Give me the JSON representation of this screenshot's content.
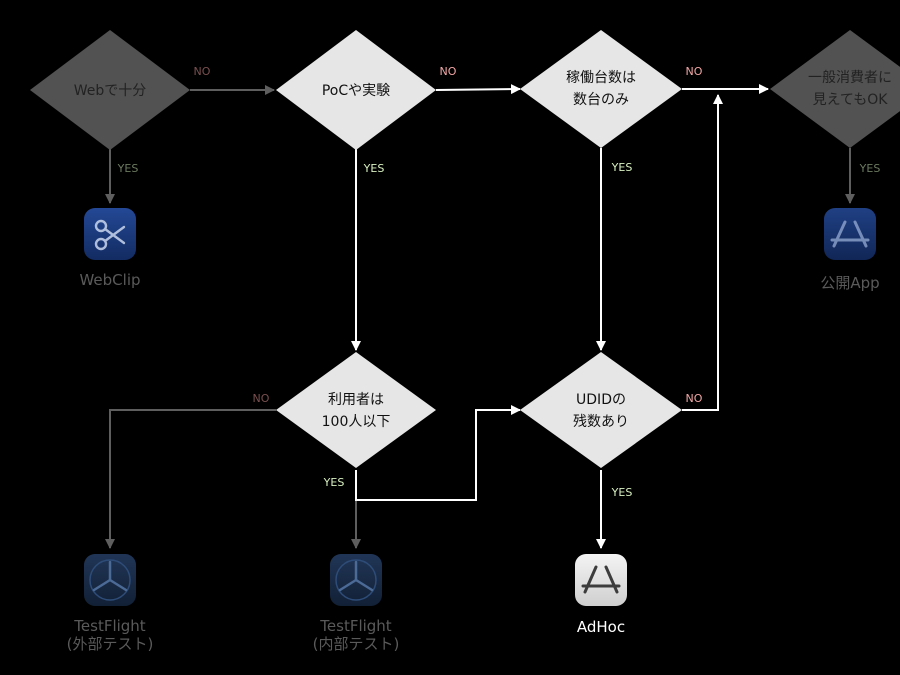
{
  "nodes": {
    "web_enough": {
      "label": "Webで十分"
    },
    "poc": {
      "label": "PoCや実験"
    },
    "few_devices": {
      "lines": [
        "稼働台数は",
        "数台のみ"
      ]
    },
    "public_ok": {
      "lines": [
        "一般消費者に",
        "見えてもOK"
      ]
    },
    "users_100": {
      "lines": [
        "利用者は",
        "100人以下"
      ]
    },
    "udid_left": {
      "lines": [
        "UDIDの",
        "残数あり"
      ]
    }
  },
  "edge_labels": {
    "yes": "YES",
    "no": "NO"
  },
  "outcomes": {
    "webclip": {
      "label": "WebClip",
      "icon": "scissors-icon",
      "color": "#1c3f8c"
    },
    "public_app": {
      "lines": [
        "公開App"
      ],
      "icon": "app-store-icon",
      "color": "#1c3f8c"
    },
    "testflight_external": {
      "lines": [
        "TestFlight",
        "(外部テスト)"
      ],
      "icon": "propeller-icon",
      "color": "#1d3554"
    },
    "testflight_internal": {
      "lines": [
        "TestFlight",
        "(内部テスト)"
      ],
      "icon": "propeller-icon",
      "color": "#1d3554"
    },
    "adhoc": {
      "label": "AdHoc",
      "icon": "app-store-icon",
      "color": "#e6e6e6"
    }
  }
}
